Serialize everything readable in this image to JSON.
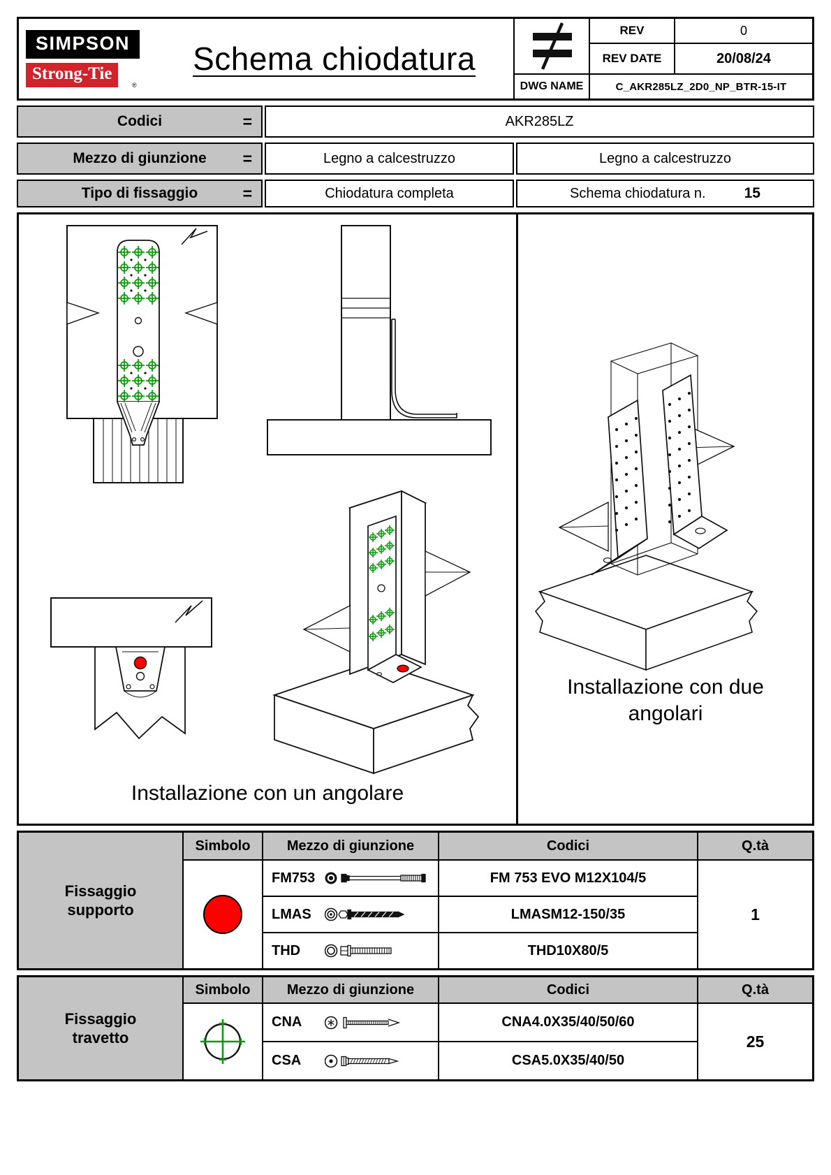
{
  "header": {
    "logo_line1": "SIMPSON",
    "logo_line2": "Strong-Tie",
    "logo_reg": "®",
    "title": "Schema chiodatura",
    "rev_label": "REV",
    "rev_value": "0",
    "rev_date_label": "REV DATE",
    "rev_date_value": "20/08/24",
    "dwg_label": "DWG NAME",
    "dwg_value": "C_AKR285LZ_2D0_NP_BTR-15-IT"
  },
  "info": {
    "codici_label": "Codici",
    "codici_eq": "=",
    "codici_value": "AKR285LZ",
    "mezzo_label": "Mezzo di giunzione",
    "mezzo_eq": "=",
    "mezzo_value_left": "Legno a calcestruzzo",
    "mezzo_value_right": "Legno a calcestruzzo",
    "tipo_label": "Tipo di fissaggio",
    "tipo_eq": "=",
    "tipo_value": "Chiodatura completa",
    "schema_label": "Schema chiodatura n.",
    "schema_number": "15"
  },
  "drawings": {
    "caption_single": "Installazione con un angolare",
    "caption_double": "Installazione con due angolari"
  },
  "supporto": {
    "row_label": "Fissaggio supporto",
    "h_simbolo": "Simbolo",
    "h_mezzo": "Mezzo di giunzione",
    "h_codici": "Codici",
    "h_qta": "Q.tà",
    "symbol_icon": "red-filled-circle",
    "rows": [
      {
        "name": "FM753",
        "icon": "fm753-bolt-icon",
        "code": "FM 753 EVO M12X104/5"
      },
      {
        "name": "LMAS",
        "icon": "lmas-anchor-icon",
        "code": "LMASM12-150/35"
      },
      {
        "name": "THD",
        "icon": "thd-screw-icon",
        "code": "THD10X80/5"
      }
    ],
    "qty": "1"
  },
  "travetto": {
    "row_label": "Fissaggio travetto",
    "h_simbolo": "Simbolo",
    "h_mezzo": "Mezzo di giunzione",
    "h_codici": "Codici",
    "h_qta": "Q.tà",
    "symbol_icon": "green-crosshair-circle",
    "rows": [
      {
        "name": "CNA",
        "icon": "cna-nail-icon",
        "code": "CNA4.0X35/40/50/60"
      },
      {
        "name": "CSA",
        "icon": "csa-screw-icon",
        "code": "CSA5.0X35/40/50"
      }
    ],
    "qty": "25"
  },
  "colors": {
    "logo_red": "#d2232a",
    "anchor_red": "#ff0000",
    "nail_green": "#0a9a0a",
    "header_gray": "#c4c4c4"
  }
}
